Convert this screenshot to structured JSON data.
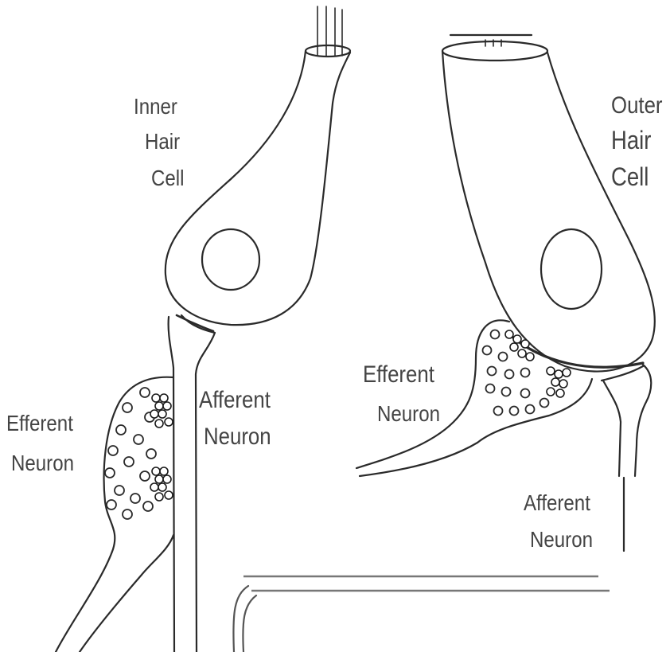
{
  "labels": {
    "inner_hair_cell": [
      "Inner",
      "Hair",
      "Cell"
    ],
    "outer_hair_cell": [
      "Outer",
      "Hair",
      "Cell"
    ],
    "left_efferent": [
      "Efferent",
      "Neuron"
    ],
    "left_afferent": [
      "Afferent",
      "Neuron"
    ],
    "right_efferent": [
      "Efferent",
      "Neuron"
    ],
    "right_afferent": [
      "Afferent",
      "Neuron"
    ]
  },
  "colors": {
    "ink": "#2a2a2a",
    "label_text": "#444444",
    "rule_lines": "#777777",
    "background": "#ffffff"
  }
}
